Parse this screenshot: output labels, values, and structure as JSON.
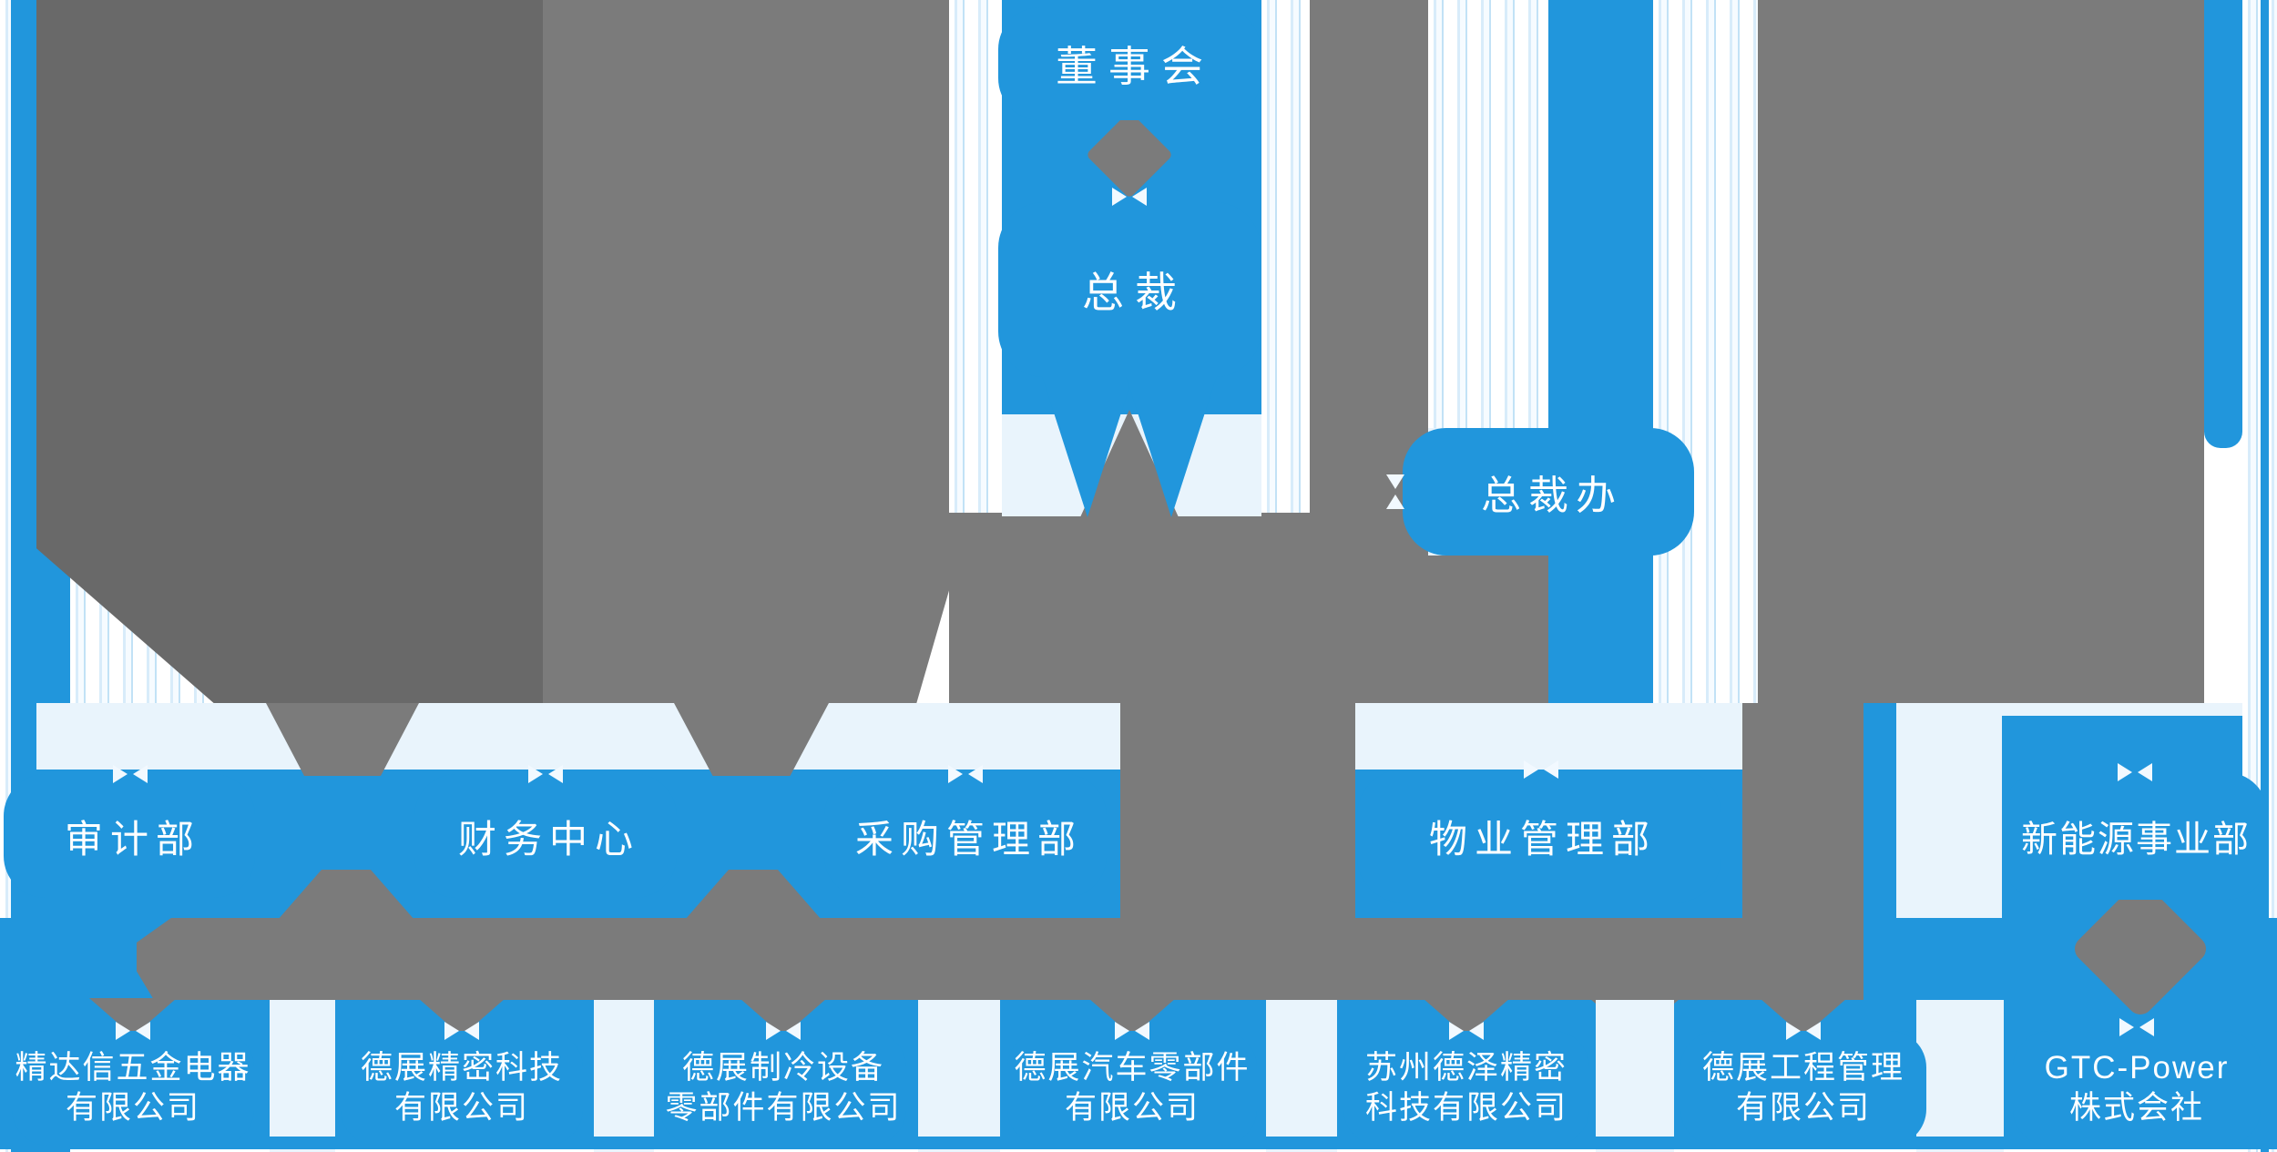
{
  "colors": {
    "blue": "#2196dc",
    "gray": "#7b7b7b",
    "gray-dark": "#696969",
    "pale": "#e9f4fc"
  },
  "chart": {
    "type": "org-chart",
    "nodes": {
      "board": {
        "label": "董事会"
      },
      "president": {
        "label": "总裁"
      },
      "president_office": {
        "label": "总裁办"
      },
      "departments": [
        {
          "label": "审计部"
        },
        {
          "label": "财务中心"
        },
        {
          "label": "采购管理部"
        },
        {
          "label": "物业管理部"
        },
        {
          "label": "新能源事业部"
        }
      ],
      "companies": [
        {
          "line1": "精达信五金电器",
          "line2": "有限公司"
        },
        {
          "line1": "德展精密科技",
          "line2": "有限公司"
        },
        {
          "line1": "德展制冷设备",
          "line2": "零部件有限公司"
        },
        {
          "line1": "德展汽车零部件",
          "line2": "有限公司"
        },
        {
          "line1": "苏州德泽精密",
          "line2": "科技有限公司"
        },
        {
          "line1": "德展工程管理",
          "line2": "有限公司"
        },
        {
          "line1": "GTC-Power",
          "line2": "株式会社"
        }
      ]
    }
  }
}
